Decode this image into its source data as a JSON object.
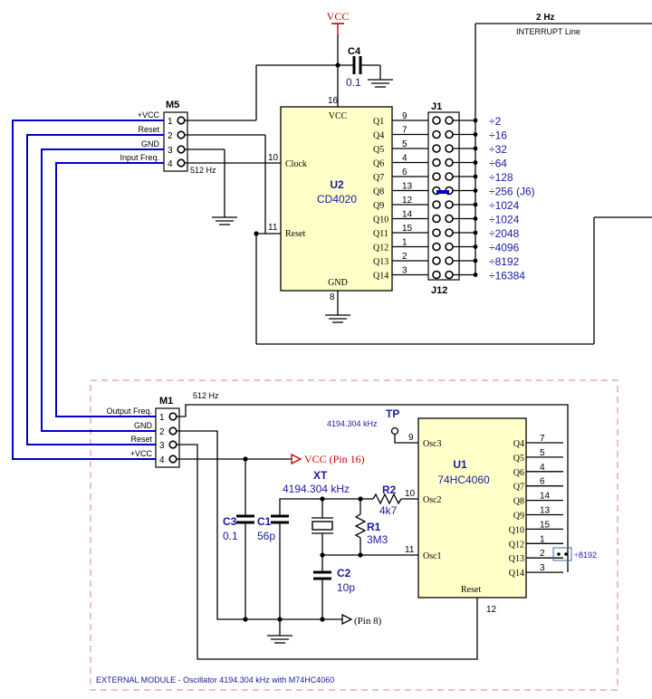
{
  "vcc_top": "VCC",
  "top_right": {
    "freq": "2 Hz",
    "line": "INTERRUPT Line"
  },
  "c4": {
    "name": "C4",
    "value": "0.1"
  },
  "m5": {
    "name": "M5",
    "pins": [
      {
        "num": "1",
        "label": "+VCC"
      },
      {
        "num": "2",
        "label": "Reset"
      },
      {
        "num": "3",
        "label": "GND"
      },
      {
        "num": "4",
        "label": "Input Freq."
      }
    ],
    "freq": "512 Hz"
  },
  "u2": {
    "name": "U2",
    "part": "CD4020",
    "vcc_label": "VCC",
    "vcc_pin": "16",
    "gnd_label": "GND",
    "gnd_pin": "8",
    "clock_label": "Clock",
    "clock_pin": "10",
    "reset_label": "Reset",
    "reset_pin": "11",
    "outputs": [
      {
        "q": "Q1",
        "pin": "9"
      },
      {
        "q": "Q4",
        "pin": "7"
      },
      {
        "q": "Q5",
        "pin": "5"
      },
      {
        "q": "Q6",
        "pin": "4"
      },
      {
        "q": "Q7",
        "pin": "6"
      },
      {
        "q": "Q8",
        "pin": "13"
      },
      {
        "q": "Q9",
        "pin": "12"
      },
      {
        "q": "Q10",
        "pin": "14"
      },
      {
        "q": "Q11",
        "pin": "15"
      },
      {
        "q": "Q12",
        "pin": "1"
      },
      {
        "q": "Q13",
        "pin": "2"
      },
      {
        "q": "Q14",
        "pin": "3"
      }
    ]
  },
  "j1": {
    "top": "J1",
    "bottom": "J12"
  },
  "dividers": [
    "÷2",
    "÷16",
    "÷32",
    "÷64",
    "÷128",
    "÷256 (J6)",
    "÷1024",
    "÷1024",
    "÷2048",
    "÷4096",
    "÷8192",
    "÷16384"
  ],
  "m1": {
    "name": "M1",
    "pins": [
      {
        "num": "1",
        "label": "Output Freq."
      },
      {
        "num": "2",
        "label": "GND"
      },
      {
        "num": "3",
        "label": "Reset"
      },
      {
        "num": "4",
        "label": "+VCC"
      }
    ],
    "freq": "512 Hz"
  },
  "vcc_pin16": "VCC (Pin 16)",
  "pin8": "(Pin 8)",
  "tp": {
    "name": "TP",
    "freq": "4194.304 kHz"
  },
  "xt": {
    "name": "XT",
    "freq": "4194.304 kHz"
  },
  "c3": {
    "name": "C3",
    "value": "0.1"
  },
  "c1": {
    "name": "C1",
    "value": "56p"
  },
  "c2": {
    "name": "C2",
    "value": "10p"
  },
  "r1": {
    "name": "R1",
    "value": "3M3"
  },
  "r2": {
    "name": "R2",
    "value": "4k7"
  },
  "u1": {
    "name": "U1",
    "part": "74HC4060",
    "osc3": "Osc3",
    "osc3_pin": "9",
    "osc2": "Osc2",
    "osc2_pin": "10",
    "osc1": "Osc1",
    "osc1_pin": "11",
    "reset": "Reset",
    "reset_pin": "12",
    "outputs": [
      {
        "q": "Q4",
        "pin": "7"
      },
      {
        "q": "Q5",
        "pin": "5"
      },
      {
        "q": "Q6",
        "pin": "4"
      },
      {
        "q": "Q7",
        "pin": "6"
      },
      {
        "q": "Q8",
        "pin": "14"
      },
      {
        "q": "Q9",
        "pin": "13"
      },
      {
        "q": "Q10",
        "pin": "15"
      },
      {
        "q": "Q12",
        "pin": "1"
      },
      {
        "q": "Q13",
        "pin": "2"
      },
      {
        "q": "Q14",
        "pin": "3"
      }
    ],
    "div": "÷8192"
  },
  "module_caption": "EXTERNAL MODULE - Oscillator 4194.304 kHz with M74HC4060"
}
